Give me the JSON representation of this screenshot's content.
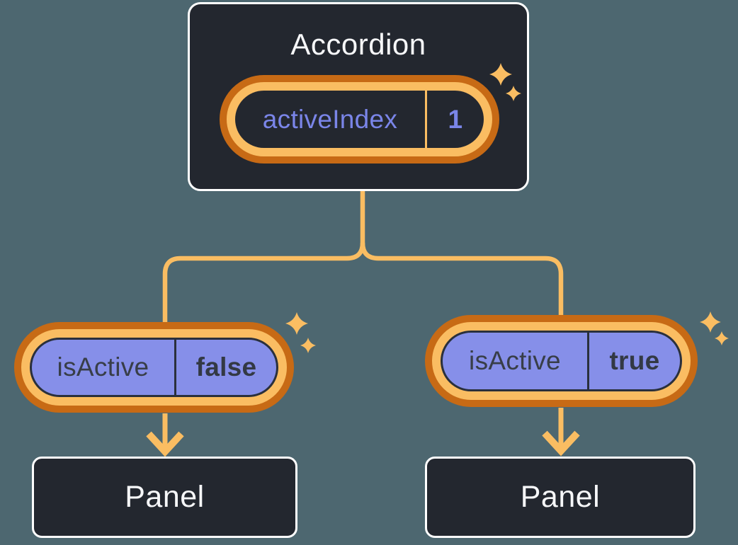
{
  "colors": {
    "background": "#4D6770",
    "box_fill": "#23272F",
    "box_border": "#FFFFFF",
    "ring_outer_orange": "#C76A15",
    "ring_inner_orange": "#FABD62",
    "connector_orange": "#FABD62",
    "purple_fill": "#868FE9",
    "purple_outline": "#2A303C",
    "state_text": "#7A85E8",
    "prop_text": "#383E48",
    "title_text": "#F6F7F9"
  },
  "accordion": {
    "title": "Accordion",
    "state": {
      "name": "activeIndex",
      "value": "1"
    }
  },
  "children": [
    {
      "prop": {
        "name": "isActive",
        "value": "false"
      },
      "panel_title": "Panel"
    },
    {
      "prop": {
        "name": "isActive",
        "value": "true"
      },
      "panel_title": "Panel"
    }
  ]
}
